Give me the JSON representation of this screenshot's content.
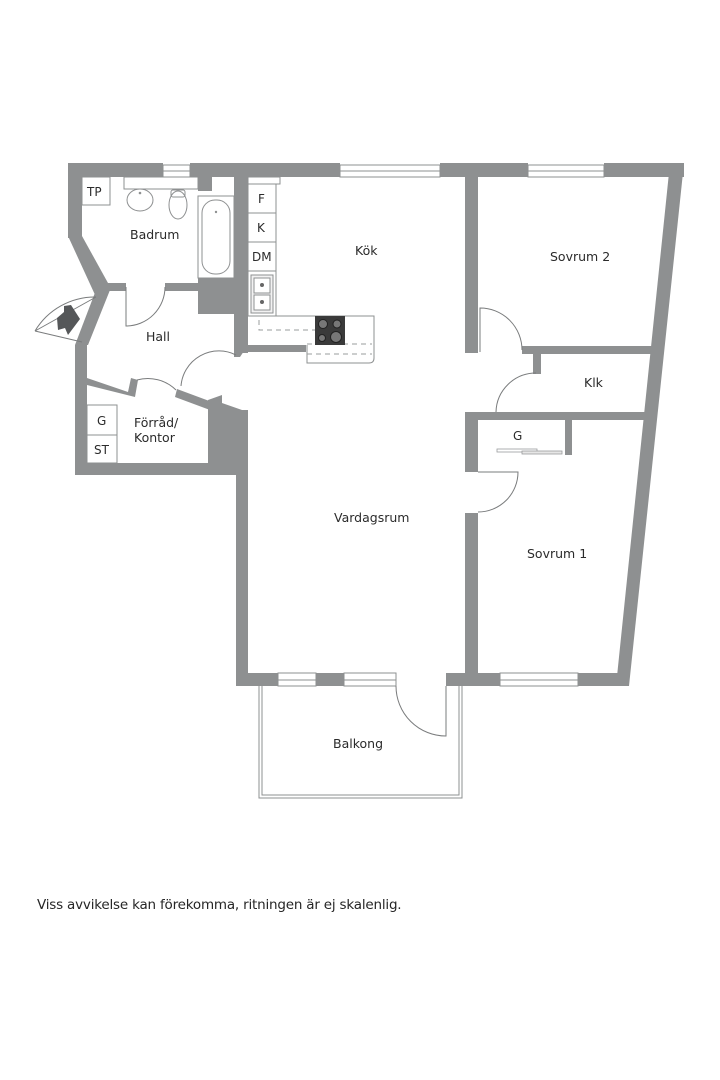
{
  "floor_plan": {
    "colors": {
      "wall": "#8e9091",
      "background": "#ffffff",
      "text": "#2b2b2b",
      "stove": "#3a3a3a"
    },
    "rooms": {
      "badrum": "Badrum",
      "kok": "Kök",
      "sovrum2": "Sovrum 2",
      "hall": "Hall",
      "klk": "Klk",
      "forrad_line1": "Förråd/",
      "forrad_line2": "Kontor",
      "vardagsrum": "Vardagsrum",
      "sovrum1": "Sovrum 1",
      "balkong": "Balkong"
    },
    "fixtures": {
      "tp": "TP",
      "fridge": "F",
      "freezer": "K",
      "dishwasher": "DM",
      "wardrobe_forrad": "G",
      "storage": "ST",
      "wardrobe_sovrum1": "G"
    },
    "icons": [
      "entrance-arrow-icon",
      "sink-icon",
      "toilet-icon",
      "bathtub-icon",
      "kitchen-sink-icon",
      "stove-icon"
    ]
  },
  "disclaimer": "Viss avvikelse kan förekomma, ritningen är ej skalenlig."
}
